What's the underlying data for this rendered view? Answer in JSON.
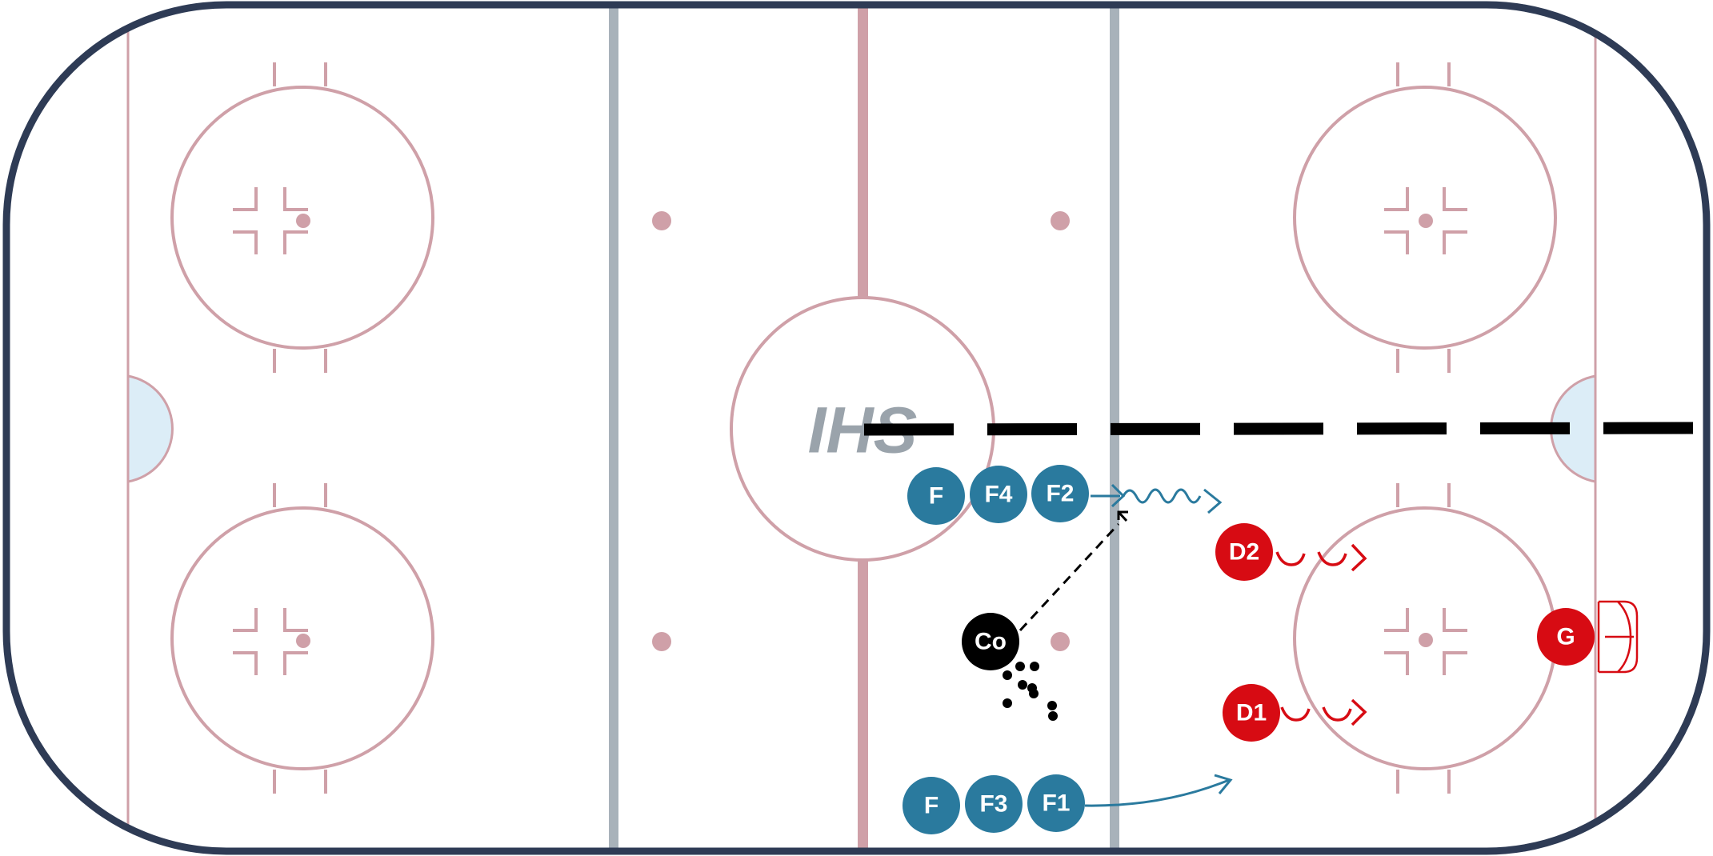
{
  "logo_text": "IHS",
  "colors": {
    "board": "#2e3b55",
    "red_line": "#cfa0a8",
    "blue_line": "#a8b2ba",
    "crease": "#dcedf7",
    "team_blue": "#2a7a9e",
    "team_red": "#d70b13",
    "coach": "#000000",
    "logo": "#9aa3ab"
  },
  "players": [
    {
      "label": "F"
    },
    {
      "label": "F4"
    },
    {
      "label": "F2"
    },
    {
      "label": "F"
    },
    {
      "label": "F3"
    },
    {
      "label": "F1"
    },
    {
      "label": "D2"
    },
    {
      "label": "D1"
    },
    {
      "label": "G"
    },
    {
      "label": "Co"
    }
  ]
}
